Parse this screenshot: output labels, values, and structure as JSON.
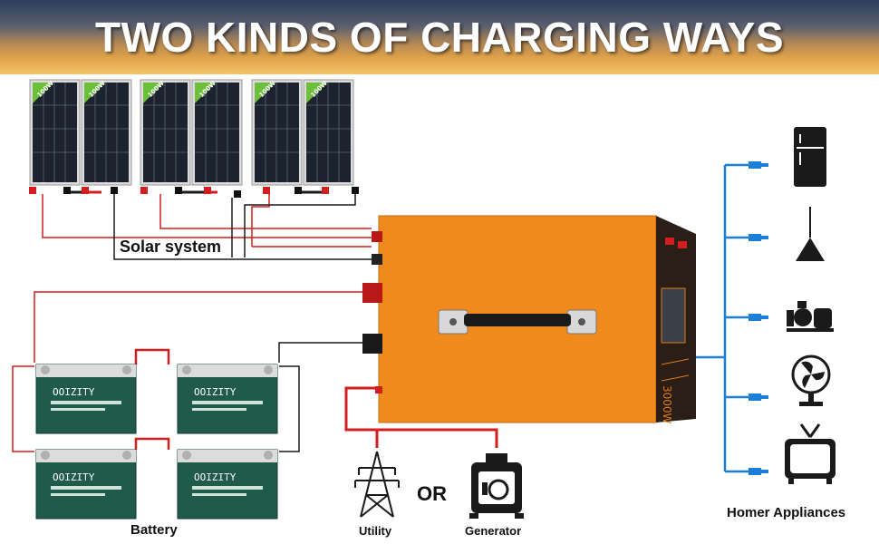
{
  "banner": {
    "title": "TWO KINDS OF CHARGING WAYS"
  },
  "labels": {
    "solar_system": "Solar system",
    "battery": "Battery",
    "utility": "Utility",
    "or": "OR",
    "generator": "Generator",
    "homer_appliances": "Homer Appliances"
  },
  "solar_panels": [
    {
      "badge": "100W"
    },
    {
      "badge": "100W"
    },
    {
      "badge": "100W"
    },
    {
      "badge": "100W"
    },
    {
      "badge": "100W"
    },
    {
      "badge": "100W"
    }
  ],
  "batteries": [
    {
      "brand": "OOIZITY"
    },
    {
      "brand": "OOIZITY"
    },
    {
      "brand": "OOIZITY"
    },
    {
      "brand": "OOIZITY"
    }
  ],
  "inverter": {
    "side_text": "3000W"
  },
  "appliances": [
    {
      "icon": "refrigerator-icon"
    },
    {
      "icon": "lamp-icon"
    },
    {
      "icon": "pump-icon"
    },
    {
      "icon": "fan-icon"
    },
    {
      "icon": "television-icon"
    }
  ],
  "colors": {
    "positive_wire": "#d21e1e",
    "negative_wire": "#1a1a1a",
    "ac_wire": "#1c7fd6",
    "inverter_body": "#f08a1c",
    "battery_body": "#1f5a4a",
    "panel_cell": "#1d232e",
    "panel_badge": "#6cbf3a"
  }
}
